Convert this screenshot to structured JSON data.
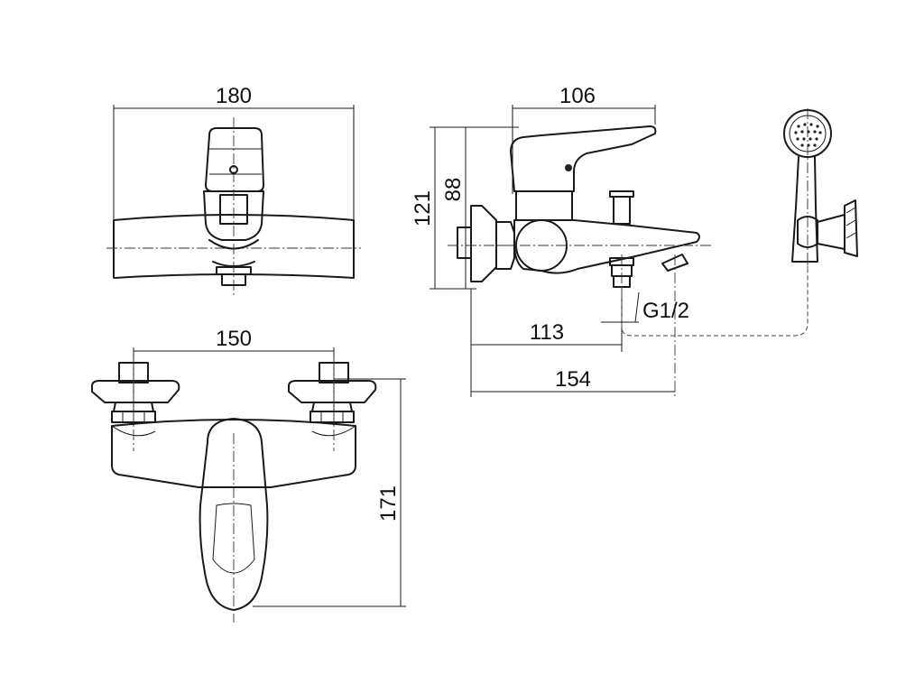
{
  "dimensions": {
    "top_width": "180",
    "side_spout_reach_top": "106",
    "side_height_outer": "121",
    "side_height_inner": "88",
    "thread": "G1/2",
    "side_reach_113": "113",
    "side_reach_154": "154",
    "front_center_distance": "150",
    "front_height": "171"
  }
}
